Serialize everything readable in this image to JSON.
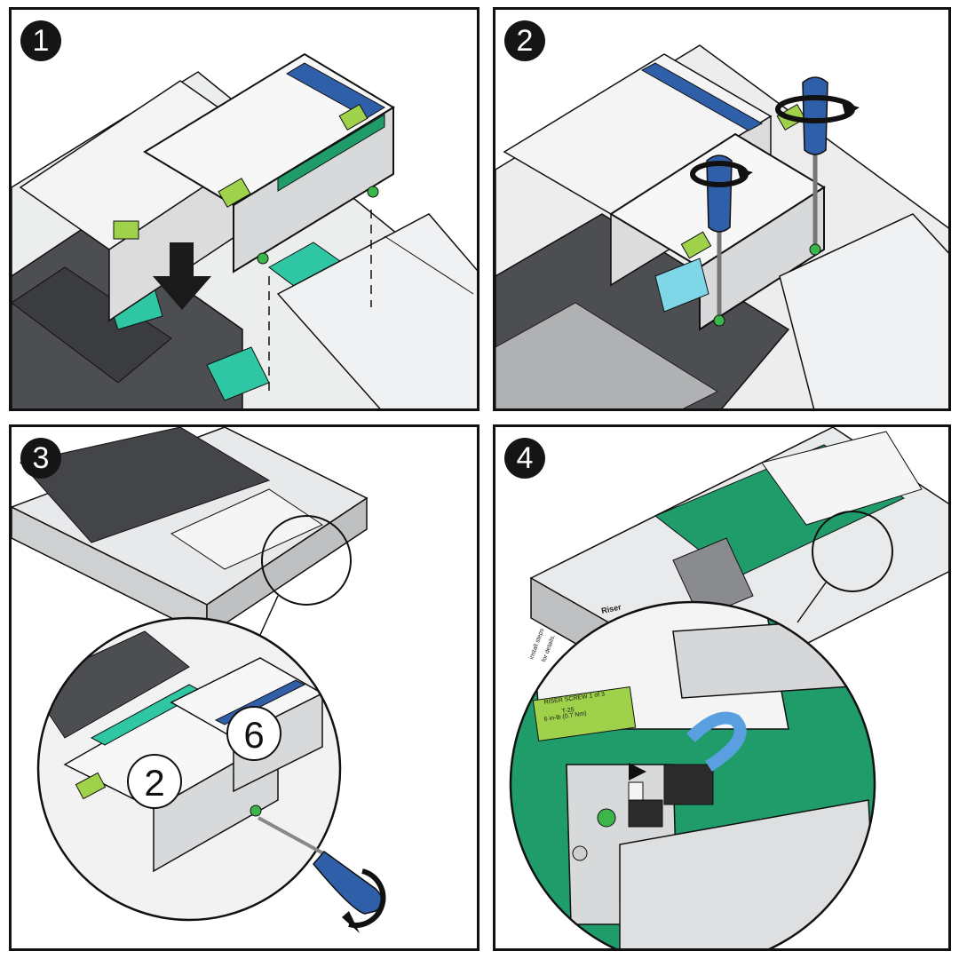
{
  "steps": [
    {
      "number": "1",
      "name": "lower-riser-onto-board"
    },
    {
      "number": "2",
      "name": "tighten-riser-screws"
    },
    {
      "number": "3",
      "name": "tighten-rear-screws"
    },
    {
      "number": "4",
      "name": "connect-riser-cable"
    }
  ],
  "callouts": {
    "slot_a": "2",
    "slot_b": "6"
  },
  "label_text": {
    "riser": "Riser",
    "riser_screw": "RISER SCREW 1 of 3",
    "torque": "T-25",
    "torque_spec": "6 in-lb (0.7 Nm)",
    "hint1": "install steps",
    "hint2": "for details."
  },
  "colors": {
    "outline": "#111111",
    "chassis": "#e6e7e9",
    "chassis_dark": "#5a5b5e",
    "pcb": "#2fc7a3",
    "board_green": "#1f9c6a",
    "label_green": "#9fd24a",
    "handle_blue": "#2f5fa8",
    "screw_green": "#3cb54a"
  }
}
